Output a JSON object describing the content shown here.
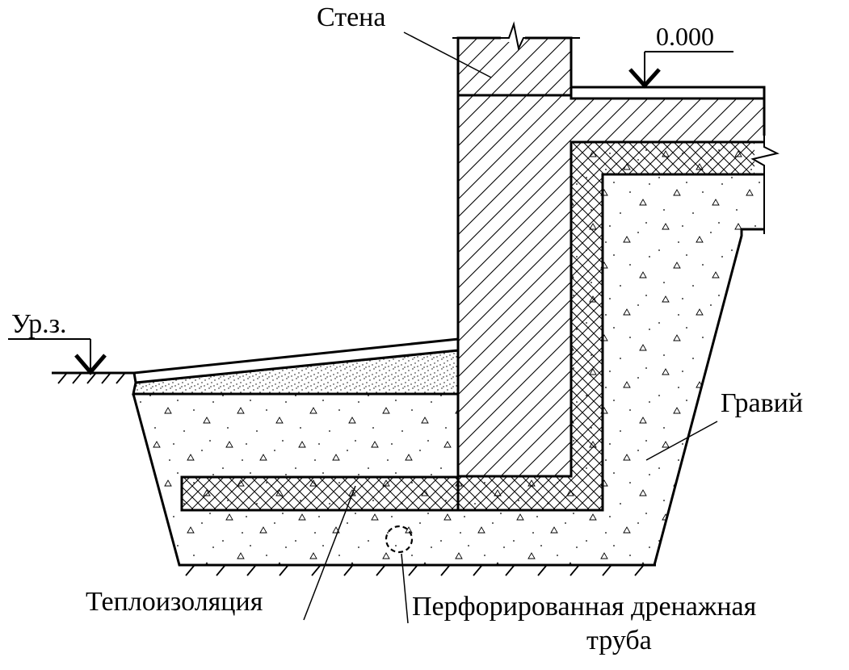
{
  "labels": {
    "wall": "Стена",
    "floor_level": "0.000",
    "ground_level": "Ур.з.",
    "gravel": "Гравий",
    "insulation": "Теплоизоляция",
    "drain_pipe_line1": "Перфорированная дренажная",
    "drain_pipe_line2": "труба"
  },
  "colors": {
    "ink": "#000000",
    "background": "#ffffff"
  }
}
